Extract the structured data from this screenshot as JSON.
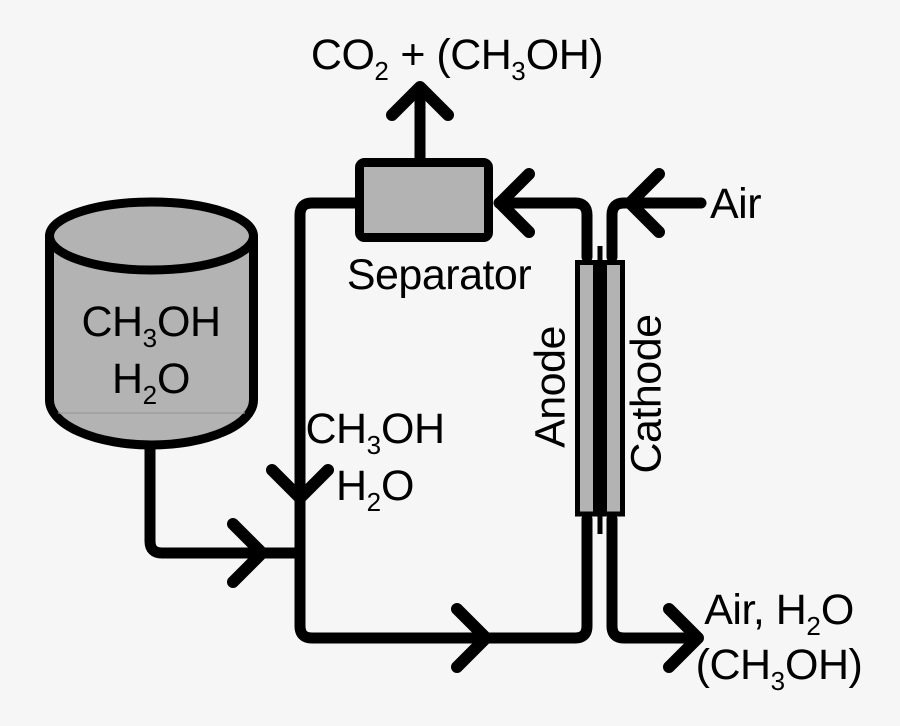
{
  "colors": {
    "background": "#f6f6f6",
    "shape_fill": "#b3b3b3",
    "line": "#000000",
    "text": "#000000"
  },
  "top_output": [
    {
      "t": "CO"
    },
    {
      "t": "2",
      "sub": true
    },
    {
      "t": " + (CH"
    },
    {
      "t": "3",
      "sub": true
    },
    {
      "t": "OH)"
    }
  ],
  "separator_label": "Separator",
  "air_label": "Air",
  "anode_label": "Anode",
  "cathode_label": "Cathode",
  "tank": {
    "line1": [
      {
        "t": "CH"
      },
      {
        "t": "3",
        "sub": true
      },
      {
        "t": "OH"
      }
    ],
    "line2": [
      {
        "t": "H"
      },
      {
        "t": "2",
        "sub": true
      },
      {
        "t": "O"
      }
    ]
  },
  "recirculation": {
    "line1": [
      {
        "t": "CH"
      },
      {
        "t": "3",
        "sub": true
      },
      {
        "t": "OH"
      }
    ],
    "line2": [
      {
        "t": "H"
      },
      {
        "t": "2",
        "sub": true
      },
      {
        "t": "O"
      }
    ]
  },
  "cathode_outlet": {
    "line1": [
      {
        "t": "Air, H"
      },
      {
        "t": "2",
        "sub": true
      },
      {
        "t": "O"
      }
    ],
    "line2": [
      {
        "t": "(CH"
      },
      {
        "t": "3",
        "sub": true
      },
      {
        "t": "OH)"
      }
    ]
  }
}
